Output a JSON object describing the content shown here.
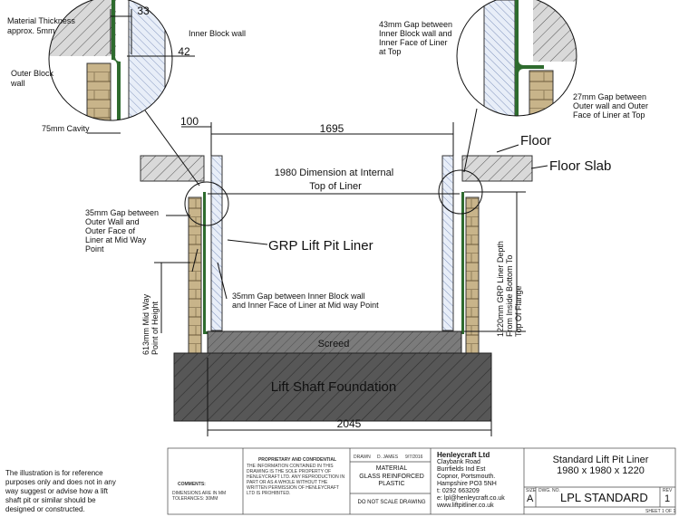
{
  "dimensions": {
    "d33": "33",
    "d42": "42",
    "d100": "100",
    "d1695": "1695",
    "d2045": "2045"
  },
  "labels": {
    "material_thickness": [
      "Material Thickness",
      "approx. 5mm"
    ],
    "inner_block_wall": "Inner Block wall",
    "outer_block_wall": [
      "Outer Block",
      "wall"
    ],
    "cavity": "75mm Cavity",
    "gap_43": [
      "43mm Gap between",
      "Inner Block wall and",
      "Inner Face of Liner",
      "at Top"
    ],
    "gap_27": [
      "27mm Gap between",
      "Outer wall and Outer",
      "Face of Liner at Top"
    ],
    "floor": "Floor",
    "floor_slab": "Floor Slab",
    "internal_dim": [
      "1980 Dimension at Internal",
      "Top of Liner"
    ],
    "gap_35_outer": [
      "35mm Gap between",
      "Outer Wall and",
      "Outer Face of",
      "Liner at Mid Way",
      "Point"
    ],
    "grp_liner": "GRP Lift Pit Liner",
    "gap_35_inner": [
      "35mm Gap between Inner Block wall",
      "and Inner Face of Liner at Mid way Point"
    ],
    "mid_way": [
      "613mm Mid Way",
      "Point of Height"
    ],
    "liner_depth": [
      "1220mm GRP Liner Depth",
      "From Inside Bottom To",
      "Top Of Flange"
    ],
    "screed": "Screed",
    "foundation": "Lift Shaft Foundation"
  },
  "title_block": {
    "disclaimer": "The illustration is for reference purposes only and does not in any way suggest or advise how a lift shaft pit or similar should be designed or constructed.",
    "comments_heading": "COMMENTS:",
    "comments_text": "DIMENSIONS ARE IN MM TOLERANCES: 30MM",
    "proprietary_heading": "PROPRIETARY AND CONFIDENTIAL",
    "proprietary_text": "THE INFORMATION CONTAINED IN THIS DRAWING IS THE SOLE PROPERTY OF HENLEYCRAFT LTD. ANY REPRODUCTION IN PART OR AS A WHOLE WITHOUT THE WRITTEN PERMISSION OF HENLEYCRAFT LTD IS PROHIBITED.",
    "drawn_label": "DRAWN",
    "drawn_by": "D. JAMES",
    "drawn_date": "9/7/2016",
    "material_heading": "MATERIAL",
    "material_value": "GLASS REINFORCED PLASTIC",
    "do_not_scale": "DO NOT SCALE DRAWING",
    "company": "Henleycraft Ltd",
    "address": [
      "Claybank Road",
      "Burrfields Ind Est",
      "Copnor, Portsmouth.",
      "Hampshire PO3 5NH"
    ],
    "phone": "t: 0292 663209",
    "email": "e: lpl@henleycraft.co.uk",
    "web": "www.liftpitliner.co.uk",
    "title": [
      "Standard Lift Pit Liner",
      "1980 x 1980 x 1220"
    ],
    "size_label": "SIZE",
    "size_value": "A",
    "dwg_label": "DWG. NO.",
    "dwg_value": "LPL STANDARD",
    "rev_label": "REV",
    "rev_value": "1",
    "sheet": "SHEET 1 OF 1"
  }
}
